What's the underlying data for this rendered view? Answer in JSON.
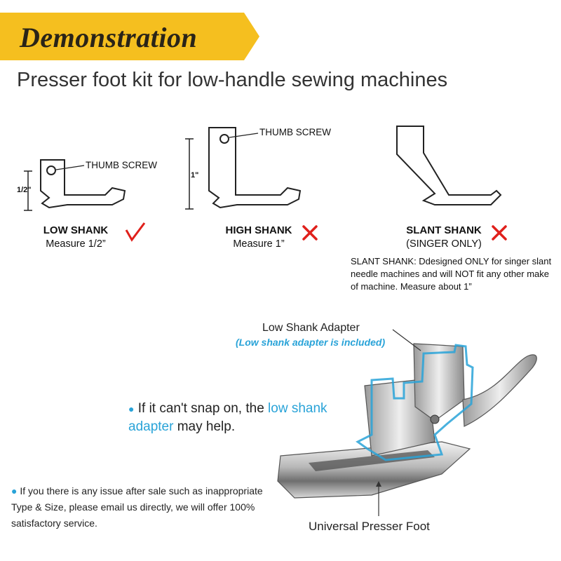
{
  "header": {
    "banner_title": "Demonstration",
    "subtitle": "Presser foot kit for low-handle sewing machines",
    "banner_color": "#f5bf1f"
  },
  "shanks": [
    {
      "screw_label": "THUMB SCREW",
      "dimension": "1/2\"",
      "name": "LOW SHANK",
      "measure": "Measure 1/2”",
      "status": "check-mark-icon",
      "status_color": "#e0201b"
    },
    {
      "screw_label": "THUMB SCREW",
      "dimension": "1\"",
      "name": "HIGH SHANK",
      "measure": "Measure 1”",
      "status": "cross-mark-icon",
      "status_color": "#e0201b"
    },
    {
      "name": "SLANT SHANK",
      "measure": "(SINGER ONLY)",
      "status": "cross-mark-icon",
      "status_color": "#e0201b"
    }
  ],
  "slant_note": "SLANT SHANK: Ddesigned ONLY for singer slant needle machines and will NOT fit any other make of machine. Measure about 1”",
  "adapter": {
    "label": "Low Shank Adapter",
    "sub_label": "(Low shank adapter is included)",
    "outline_color": "#29a3d8"
  },
  "tips": {
    "snap_prefix": "If it can't snap on, the ",
    "snap_highlight": "low shank adapter",
    "snap_suffix": " may help.",
    "service": "If you there is any issue after sale such as inappropriate Type & Size, please email us directly, we will offer 100% satisfactory service."
  },
  "foot_label": "Universal Presser Foot"
}
